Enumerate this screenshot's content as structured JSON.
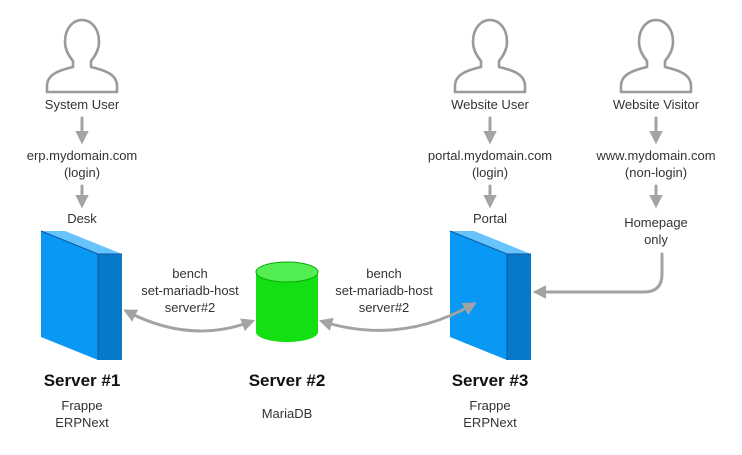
{
  "users": {
    "system_user": "System User",
    "website_user": "Website User",
    "website_visitor": "Website Visitor"
  },
  "routes": {
    "erp_domain": "erp.mydomain.com",
    "erp_note": "(login)",
    "portal_domain": "portal.mydomain.com",
    "portal_note": "(login)",
    "www_domain": "www.mydomain.com",
    "www_note": "(non-login)"
  },
  "entry_points": {
    "desk": "Desk",
    "portal": "Portal",
    "homepage_line1": "Homepage",
    "homepage_line2": "only"
  },
  "links": {
    "left_line1": "bench",
    "left_line2": "set-mariadb-host",
    "left_line3": "server#2",
    "right_line1": "bench",
    "right_line2": "set-mariadb-host",
    "right_line3": "server#2"
  },
  "servers": {
    "s1_title": "Server #1",
    "s1_line1": "Frappe",
    "s1_line2": "ERPNext",
    "s2_title": "Server #2",
    "s2_line1": "MariaDB",
    "s3_title": "Server #3",
    "s3_line1": "Frappe",
    "s3_line2": "ERPNext"
  },
  "colors": {
    "server_blue": "#0a98f5",
    "db_green": "#13e013",
    "arrow_gray": "#a3a3a3",
    "user_outline": "#9a9a9a"
  },
  "icons": {
    "user": "person-outline-icon",
    "server": "server-box-icon",
    "database": "database-cylinder-icon"
  }
}
